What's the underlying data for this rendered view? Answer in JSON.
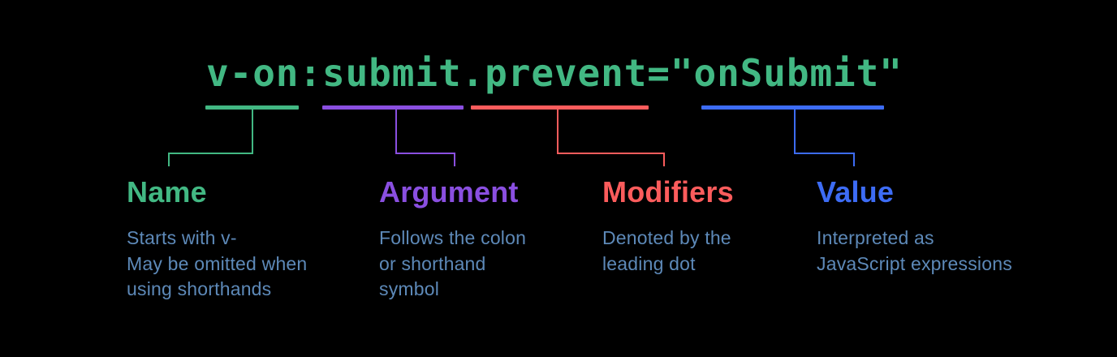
{
  "background_color": "#000000",
  "code": {
    "text": "v-on:submit.prevent=\"onSubmit\"",
    "color": "#42b883"
  },
  "description_color": "#5d89b8",
  "annotations": [
    {
      "id": "name",
      "label": "Name",
      "description": "Starts with v-\nMay be omitted when\nusing shorthands",
      "color": "#42b883",
      "underlined_token": "v-on"
    },
    {
      "id": "argument",
      "label": "Argument",
      "description": "Follows the colon\nor shorthand\nsymbol",
      "color": "#8a4fe0",
      "underlined_token": "submit"
    },
    {
      "id": "modifiers",
      "label": "Modifiers",
      "description": "Denoted by the\nleading dot",
      "color": "#fc5c5c",
      "underlined_token": ".prevent"
    },
    {
      "id": "value",
      "label": "Value",
      "description": "Interpreted as\nJavaScript expressions",
      "color": "#3d6cf5",
      "underlined_token": "onSubmit"
    }
  ]
}
